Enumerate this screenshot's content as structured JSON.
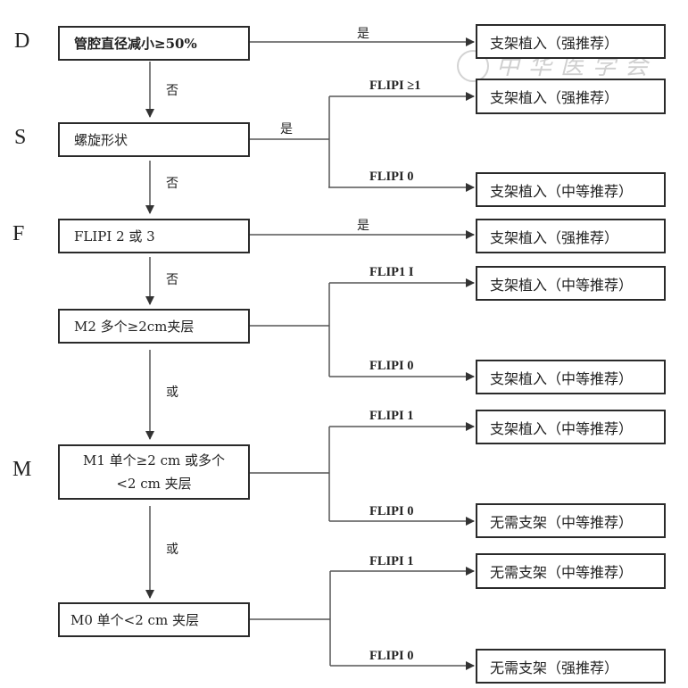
{
  "stages": [
    {
      "letter": "D"
    },
    {
      "letter": "S"
    },
    {
      "letter": "F"
    },
    {
      "letter": "M"
    }
  ],
  "criteria": {
    "d": "管腔直径减小≥50%",
    "s": "螺旋形状",
    "f": "FLIPI 2 或 3",
    "m2": "M2  多个≥2cm夹层",
    "m1_line1": "M1  单个≥2 cm 或多个",
    "m1_line2": "<2 cm 夹层",
    "m0": "M0   单个<2 cm 夹层"
  },
  "down_labels": {
    "d_to_s": "否",
    "s_to_f": "否",
    "f_to_m2": "否",
    "m2_to_m1": "或",
    "m1_to_m0": "或"
  },
  "branch_labels": {
    "d_yes": "是",
    "s_yes": "是",
    "s_flipi_ge1": "FLIPI ≥1",
    "s_flipi_0": "FLIPI 0",
    "f_yes": "是",
    "m2_flipi_1": "FLIP1 I",
    "m2_flipi_0": "FLIPI 0",
    "m1_flipi_1": "FLIPI 1",
    "m1_flipi_0": "FLIPI 0",
    "m0_flipi_1": "FLIPI 1",
    "m0_flipi_0": "FLIPI 0"
  },
  "outcomes": [
    "支架植入（强推荐）",
    "支架植入（强推荐）",
    "支架植入（中等推荐）",
    "支架植入（强推荐）",
    "支架植入（中等推荐）",
    "支架植入（中等推荐）",
    "支架植入（中等推荐）",
    "无需支架（中等推荐）",
    "无需支架（中等推荐）",
    "无需支架（强推荐）"
  ],
  "watermark": {
    "text": "中华医学会"
  }
}
